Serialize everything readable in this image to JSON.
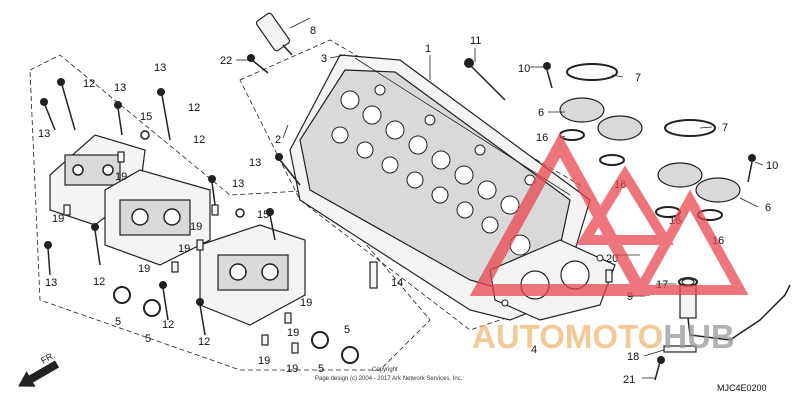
{
  "diagram_code": "MJC4E0200",
  "direction_label": "FR.",
  "copyright": {
    "line1": "Copyright",
    "line2": "Page design (c) 2004 - 2017 Ark Network Services, Inc."
  },
  "watermark": {
    "text_part1": "AUTOMOTO",
    "text_part2": "HUB",
    "color_accent": "#e8474f",
    "color_text": "#f0b774"
  },
  "callouts": [
    "1",
    "2",
    "3",
    "4",
    "5",
    "6",
    "7",
    "8",
    "9",
    "10",
    "11",
    "12",
    "13",
    "14",
    "15",
    "16",
    "17",
    "18",
    "19",
    "20",
    "21",
    "22"
  ]
}
